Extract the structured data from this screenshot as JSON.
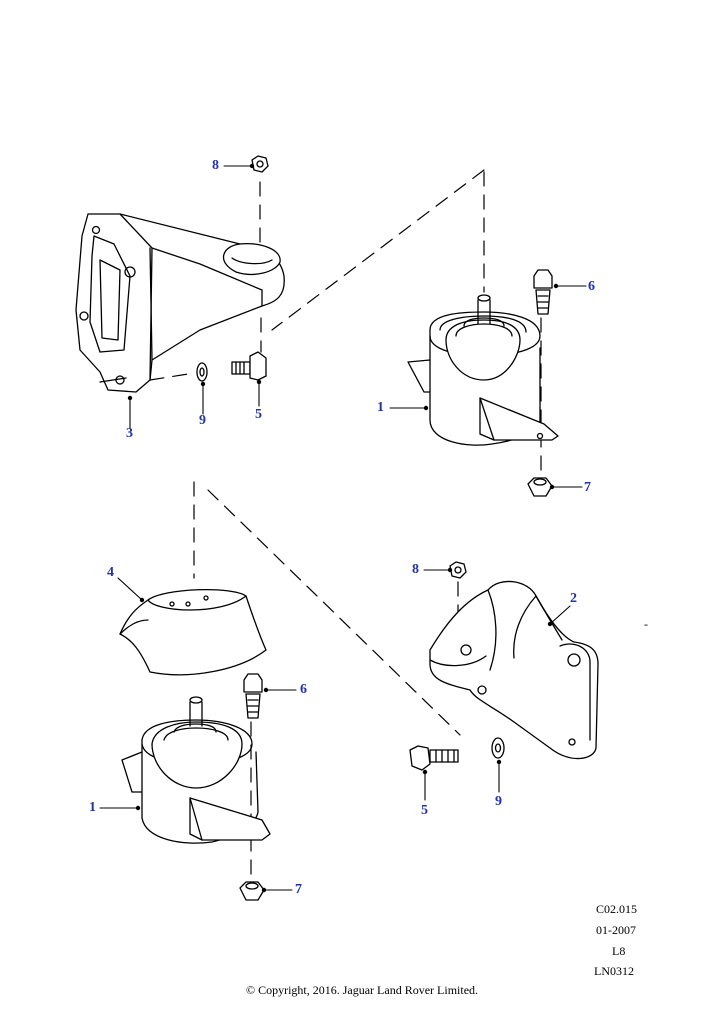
{
  "callouts": {
    "c8_top": "8",
    "c6_right": "6",
    "c1_right": "1",
    "c3": "3",
    "c9_top": "9",
    "c5_top": "5",
    "c7_right": "7",
    "c4": "4",
    "c8_mid": "8",
    "c2": "2",
    "c6_left": "6",
    "c1_left": "1",
    "c5_bottom": "5",
    "c9_bottom": "9",
    "c7_left": "7"
  },
  "reference": {
    "code": "C02.015",
    "date": "01-2007",
    "model": "L8",
    "illustration": "LN0312"
  },
  "copyright": "© Copyright, 2016. Jaguar Land Rover Limited.",
  "stray_mark": "-",
  "colors": {
    "callout": "#2233aa",
    "line": "#000000",
    "leader_dot": "#000000"
  }
}
